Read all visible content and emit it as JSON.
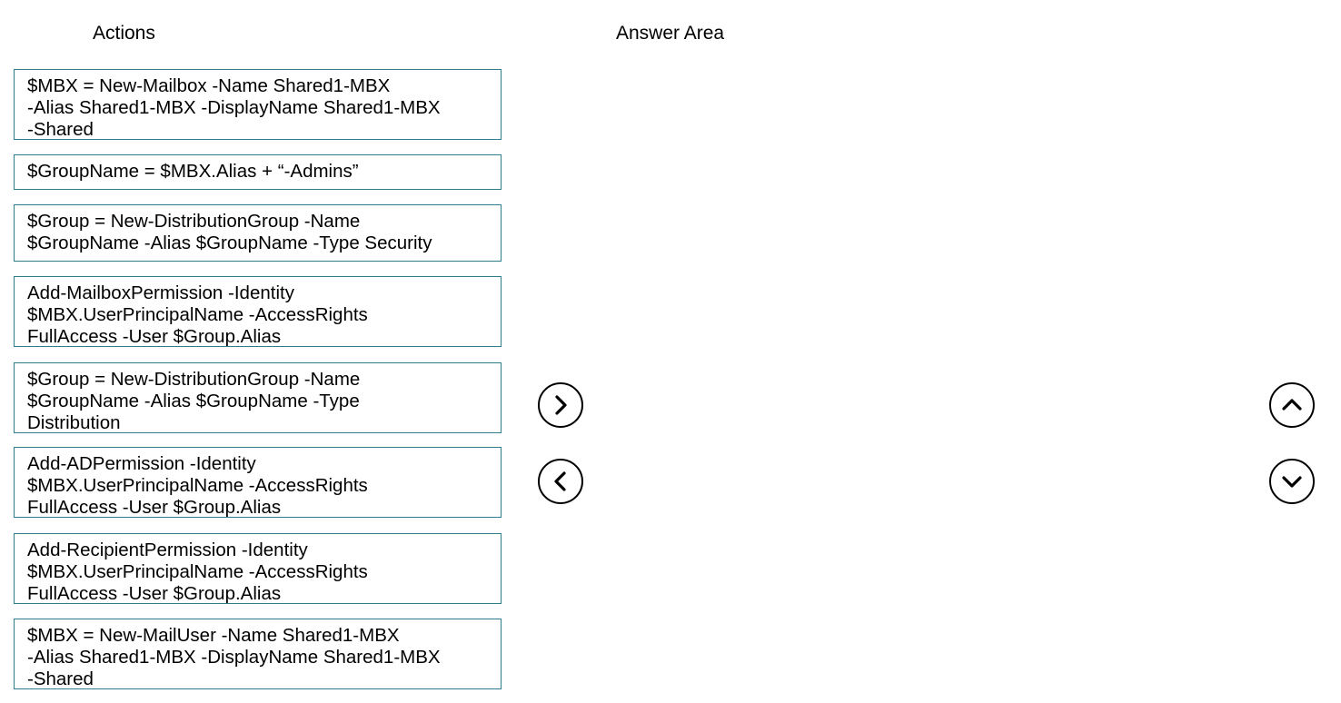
{
  "actions_panel": {
    "heading": "Actions",
    "items": [
      {
        "text": "$MBX = New-Mailbox -Name Shared1-MBX\n-Alias Shared1-MBX -DisplayName Shared1-MBX\n-Shared"
      },
      {
        "text": "$GroupName = $MBX.Alias + “-Admins”"
      },
      {
        "text": "$Group = New-DistributionGroup -Name\n$GroupName -Alias $GroupName -Type Security"
      },
      {
        "text": "Add-MailboxPermission -Identity\n$MBX.UserPrincipalName -AccessRights\nFullAccess -User $Group.Alias"
      },
      {
        "text": "$Group = New-DistributionGroup -Name\n$GroupName -Alias $GroupName -Type\nDistribution"
      },
      {
        "text": "Add-ADPermission -Identity\n$MBX.UserPrincipalName -AccessRights\nFullAccess -User $Group.Alias"
      },
      {
        "text": "Add-RecipientPermission -Identity\n$MBX.UserPrincipalName -AccessRights\nFullAccess -User $Group.Alias"
      },
      {
        "text": "$MBX = New-MailUser -Name Shared1-MBX\n-Alias Shared1-MBX -DisplayName Shared1-MBX\n-Shared"
      }
    ]
  },
  "answer_panel": {
    "heading": "Answer Area",
    "items": []
  },
  "controls": {
    "move_right_icon": "chevron-right-icon",
    "move_left_icon": "chevron-left-icon",
    "move_up_icon": "chevron-up-icon",
    "move_down_icon": "chevron-down-icon"
  },
  "colors": {
    "box_border": "#2e7d8c",
    "text": "#000000",
    "background": "#ffffff"
  }
}
